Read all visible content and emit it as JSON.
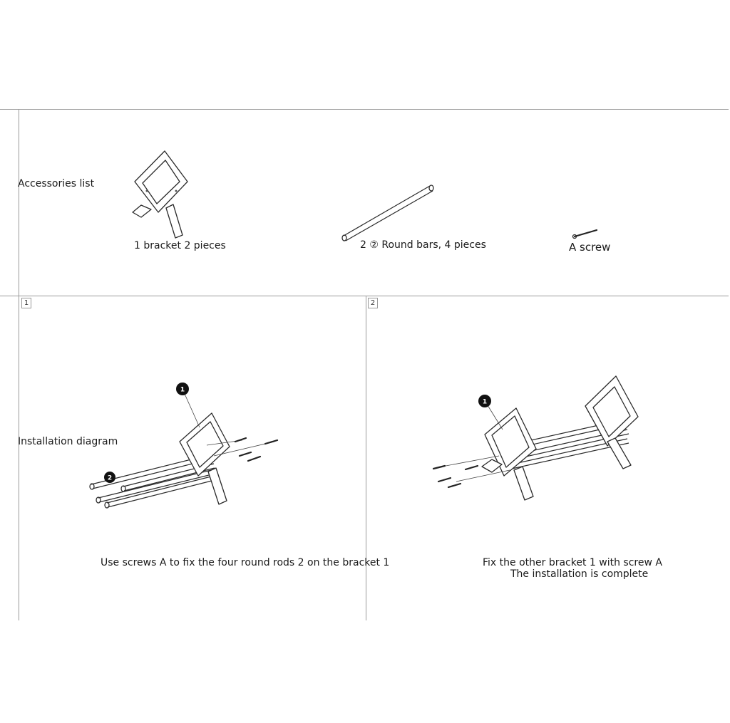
{
  "accessories": {
    "title": "Accessories list",
    "item1_label": "1 bracket 2 pieces",
    "item2_label": "2 ② Round bars, 4 pieces",
    "item3_label": "A screw"
  },
  "steps": [
    {
      "number": "1",
      "caption": "Use screws A to fix the four round rods 2 on the bracket 1",
      "callouts": [
        "1",
        "2"
      ]
    },
    {
      "number": "2",
      "caption": "Fix the other bracket 1 with screw A",
      "caption2": "The installation is complete",
      "callouts": [
        "1"
      ]
    }
  ],
  "section_label": "Installation diagram",
  "colors": {
    "line": "#9a9a9a",
    "ink": "#1a1a1a"
  }
}
